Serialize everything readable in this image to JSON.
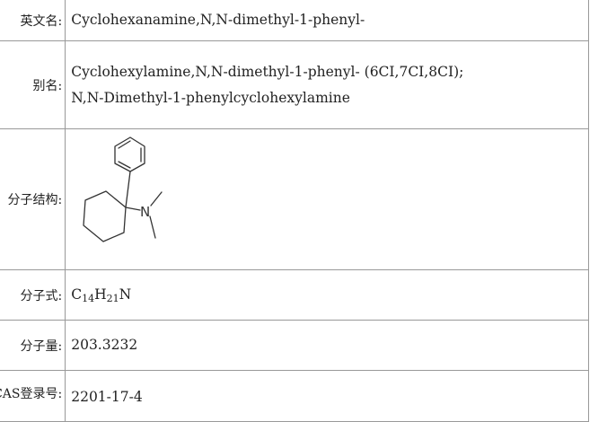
{
  "rows": {
    "english_name": {
      "label": "英文名:",
      "value": "Cyclohexanamine,N,N-dimethyl-1-phenyl-"
    },
    "alias": {
      "label": "别名:",
      "line1": "Cyclohexylamine,N,N-dimethyl-1-phenyl- (6CI,7CI,8CI);",
      "line2": "N,N-Dimethyl-1-phenylcyclohexylamine"
    },
    "structure": {
      "label": "分子结构:",
      "atom_label": "N"
    },
    "formula": {
      "label": "分子式:",
      "c": "C",
      "c_count": "14",
      "h": "H",
      "h_count": "21",
      "n": "N"
    },
    "weight": {
      "label": "分子量:",
      "value": "203.3232"
    },
    "cas": {
      "label": "CAS登录号:",
      "value": "2201-17-4"
    }
  }
}
